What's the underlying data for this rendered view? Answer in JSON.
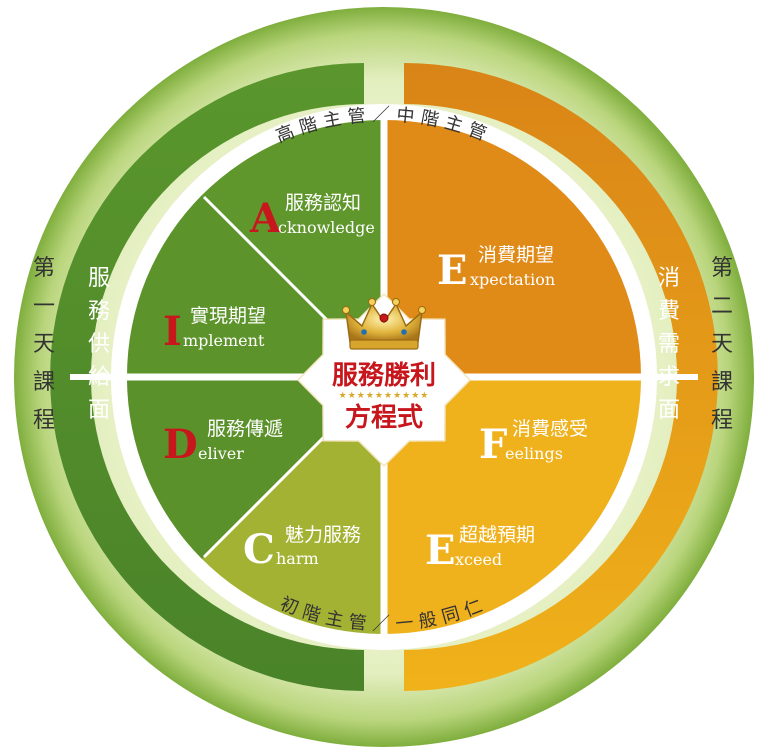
{
  "top_arc_label": "高階主管／中階主管",
  "bottom_arc_label": "初階主管／一般同仁",
  "left_outer_label": "第一天課程",
  "left_inner_label": "服務供給面",
  "right_outer_label": "第二天課程",
  "right_inner_label": "消費需求面",
  "center": {
    "line1": "服務勝利",
    "line2": "方程式",
    "crown_icon": "crown-icon",
    "stars": "★★★★★★★★★★"
  },
  "segments": [
    {
      "key": "A",
      "letter": "A",
      "title": "服務認知",
      "rest": "cknowledge"
    },
    {
      "key": "I",
      "letter": "I",
      "title": "實現期望",
      "rest": "mplement"
    },
    {
      "key": "D",
      "letter": "D",
      "title": "服務傳遞",
      "rest": "eliver"
    },
    {
      "key": "C",
      "letter": "C",
      "title": "魅力服務",
      "rest": "harm"
    },
    {
      "key": "E1",
      "letter": "E",
      "title": "消費期望",
      "rest": "xpectation"
    },
    {
      "key": "F",
      "letter": "F",
      "title": "消費感受",
      "rest": "eelings"
    },
    {
      "key": "E2",
      "letter": "E",
      "title": "超越預期",
      "rest": "xceed"
    }
  ],
  "colors": {
    "green_dark": "#4f8a2a",
    "green": "#6f9d2e",
    "olive": "#a7b433",
    "orange": "#e08a18",
    "yellow": "#f0b21a",
    "red_letter": "#c8161d",
    "outer_ring": "#d4e7a3"
  }
}
